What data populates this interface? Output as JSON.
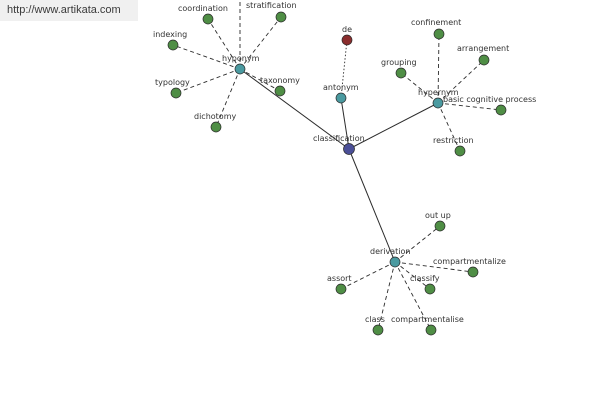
{
  "banner": {
    "url_text": "http://www.artikata.com"
  },
  "colors": {
    "edge": "#2b2b2b",
    "center": "#4b4f97",
    "hub": "#4a9aa0",
    "leaf": "#4f8e45",
    "antonym_leaf": "#8b2d2d"
  },
  "graph": {
    "nodes": [
      {
        "id": "classification",
        "label": "classification",
        "kind": "center"
      },
      {
        "id": "hyponym",
        "label": "hyponym",
        "kind": "hub"
      },
      {
        "id": "antonym",
        "label": "antonym",
        "kind": "hub"
      },
      {
        "id": "hypernym",
        "label": "hypernym",
        "kind": "hub"
      },
      {
        "id": "derivation",
        "label": "derivation",
        "kind": "hub"
      },
      {
        "id": "coordination",
        "label": "coordination",
        "kind": "leaf"
      },
      {
        "id": "stratification",
        "label": "stratification",
        "kind": "leaf"
      },
      {
        "id": "indexing",
        "label": "indexing",
        "kind": "leaf"
      },
      {
        "id": "typology",
        "label": "typology",
        "kind": "leaf"
      },
      {
        "id": "taxonomy",
        "label": "taxonomy",
        "kind": "leaf"
      },
      {
        "id": "dichotomy",
        "label": "dichotomy",
        "kind": "leaf"
      },
      {
        "id": "de",
        "label": "de",
        "kind": "antonym_leaf"
      },
      {
        "id": "confinement",
        "label": "confinement",
        "kind": "leaf"
      },
      {
        "id": "arrangement",
        "label": "arrangement",
        "kind": "leaf"
      },
      {
        "id": "grouping",
        "label": "grouping",
        "kind": "leaf"
      },
      {
        "id": "basic_cognitive_process",
        "label": "basic cognitive process",
        "kind": "leaf"
      },
      {
        "id": "restriction",
        "label": "restriction",
        "kind": "leaf"
      },
      {
        "id": "out_up",
        "label": "out up",
        "kind": "leaf"
      },
      {
        "id": "compartmentalize",
        "label": "compartmentalize",
        "kind": "leaf"
      },
      {
        "id": "assort",
        "label": "assort",
        "kind": "leaf"
      },
      {
        "id": "classify",
        "label": "classify",
        "kind": "leaf"
      },
      {
        "id": "class",
        "label": "class",
        "kind": "leaf"
      },
      {
        "id": "compartmentalise",
        "label": "compartmentalise",
        "kind": "leaf"
      }
    ],
    "edges": [
      {
        "from": "classification",
        "to": "hyponym",
        "style": "solid"
      },
      {
        "from": "classification",
        "to": "antonym",
        "style": "solid"
      },
      {
        "from": "classification",
        "to": "hypernym",
        "style": "solid"
      },
      {
        "from": "classification",
        "to": "derivation",
        "style": "solid"
      },
      {
        "from": "hyponym",
        "to": "coordination",
        "style": "dashed"
      },
      {
        "from": "hyponym",
        "to": "stratification",
        "style": "dashed"
      },
      {
        "from": "hyponym",
        "to": "indexing",
        "style": "dashed"
      },
      {
        "from": "hyponym",
        "to": "typology",
        "style": "dashed"
      },
      {
        "from": "hyponym",
        "to": "taxonomy",
        "style": "dashed"
      },
      {
        "from": "hyponym",
        "to": "dichotomy",
        "style": "dashed"
      },
      {
        "from": "hyponym",
        "to": "top_offscreen",
        "style": "dashed"
      },
      {
        "from": "antonym",
        "to": "de",
        "style": "dotted"
      },
      {
        "from": "hypernym",
        "to": "confinement",
        "style": "dashed"
      },
      {
        "from": "hypernym",
        "to": "arrangement",
        "style": "dashed"
      },
      {
        "from": "hypernym",
        "to": "grouping",
        "style": "dashed"
      },
      {
        "from": "hypernym",
        "to": "basic_cognitive_process",
        "style": "dashed"
      },
      {
        "from": "hypernym",
        "to": "restriction",
        "style": "dashed"
      },
      {
        "from": "derivation",
        "to": "out_up",
        "style": "dashed"
      },
      {
        "from": "derivation",
        "to": "compartmentalize",
        "style": "dashed"
      },
      {
        "from": "derivation",
        "to": "assort",
        "style": "dashed"
      },
      {
        "from": "derivation",
        "to": "classify",
        "style": "dashed"
      },
      {
        "from": "derivation",
        "to": "class",
        "style": "dashed"
      },
      {
        "from": "derivation",
        "to": "compartmentalise",
        "style": "dashed"
      }
    ]
  }
}
